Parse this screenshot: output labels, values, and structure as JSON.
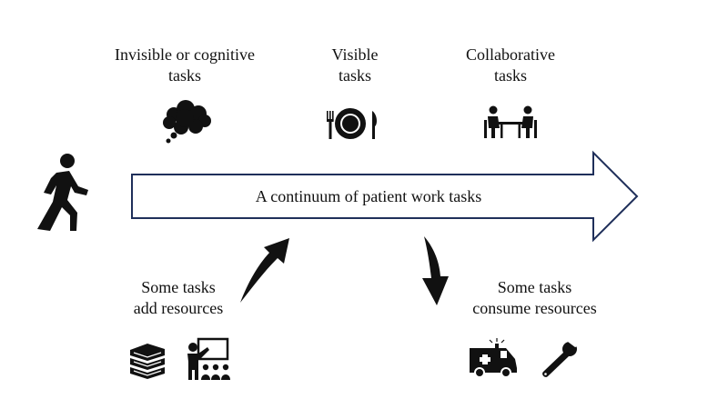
{
  "labels": {
    "invisible": [
      "Invisible or cognitive",
      "tasks"
    ],
    "visible": [
      "Visible",
      "tasks"
    ],
    "collaborative": [
      "Collaborative",
      "tasks"
    ],
    "continuum": "A continuum of patient work tasks",
    "add": [
      "Some tasks",
      "add resources"
    ],
    "consume": [
      "Some tasks",
      "consume resources"
    ]
  },
  "icons": {
    "person": "walking-person-icon",
    "invisible": "thought-bubble-icon",
    "visible": "plate-fork-knife-icon",
    "collaborative": "meeting-table-icon",
    "add_1": "books-icon",
    "add_2": "teacher-class-icon",
    "consume_1": "ambulance-icon",
    "consume_2": "wrench-icon"
  },
  "colors": {
    "arrow_stroke": "#1f2f5a",
    "icon": "#111111"
  }
}
